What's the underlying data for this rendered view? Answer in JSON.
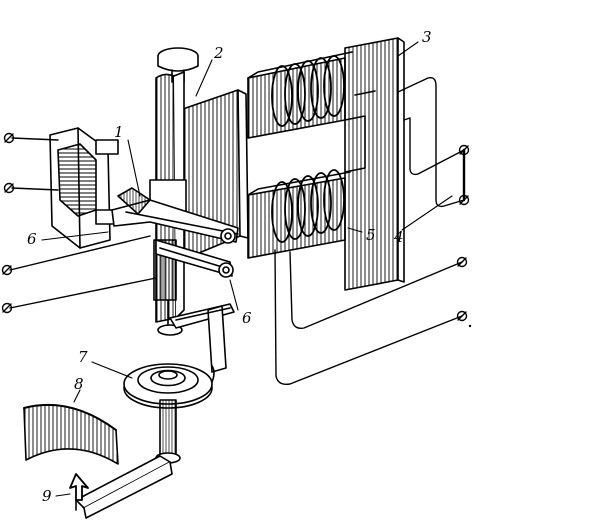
{
  "labels": {
    "l1": "1",
    "l2": "2",
    "l3": "3",
    "l4": "4",
    "l5": "5",
    "l6a": "6",
    "l6b": "6",
    "l7": "7",
    "l8": "8",
    "l9": "9"
  },
  "terminal_glyph": "⊘",
  "colors": {
    "ink": "#000000",
    "paper": "#ffffff",
    "shade": "#444444"
  }
}
